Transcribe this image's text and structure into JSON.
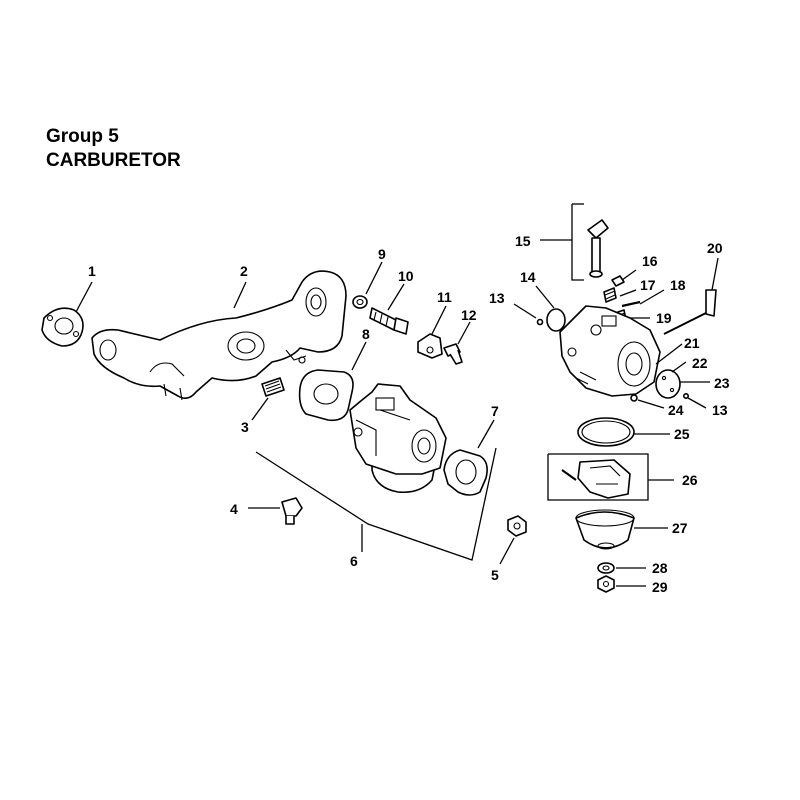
{
  "header": {
    "group": "Group 5",
    "title": "CARBURETOR"
  },
  "callouts": [
    "1",
    "2",
    "3",
    "4",
    "5",
    "6",
    "7",
    "8",
    "9",
    "10",
    "11",
    "12",
    "13",
    "14",
    "15",
    "16",
    "17",
    "18",
    "19",
    "20",
    "21",
    "22",
    "23",
    "24",
    "25",
    "26",
    "27",
    "28",
    "29",
    "13"
  ]
}
